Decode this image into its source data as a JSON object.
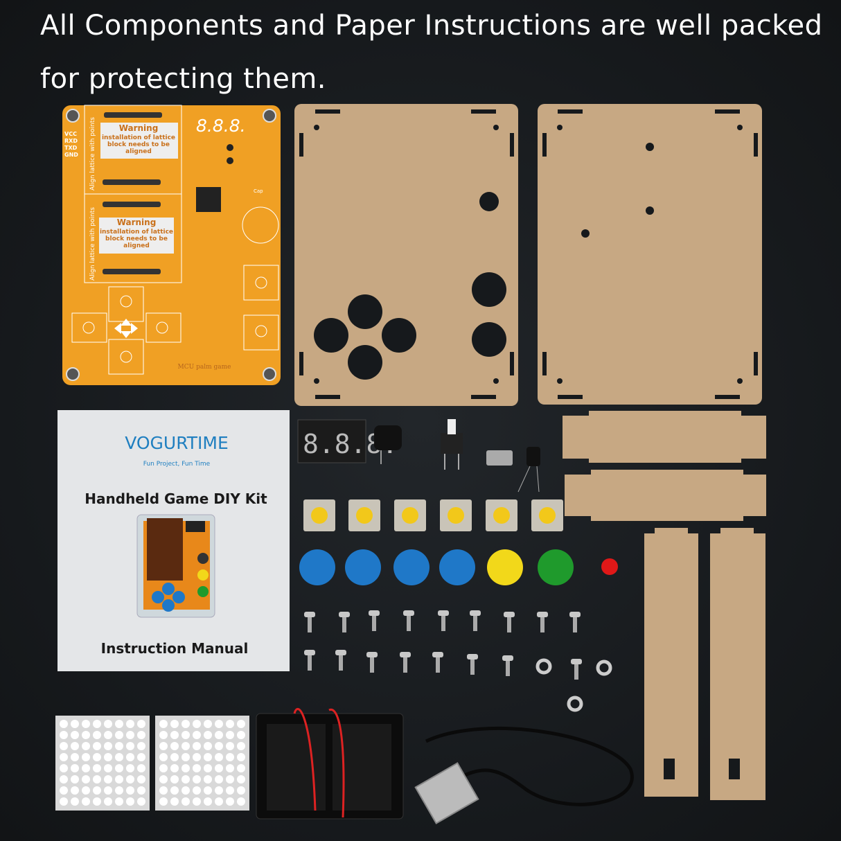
{
  "headline": {
    "line1": "All Components and Paper Instructions are well packed",
    "line2": "for protecting them."
  },
  "pcb": {
    "pins": [
      "VCC",
      "RXD",
      "TXD",
      "GND"
    ],
    "display_label": "8.8.8.",
    "warning_title": "Warning",
    "warning_line1": "installation of lattice",
    "warning_line2": "block needs to be",
    "warning_line3": "aligned",
    "align_label": "Align lattice with points",
    "cap_label": "Cap",
    "brand_label": "MCU palm game",
    "color": "#f0a024"
  },
  "manual": {
    "brand": "VOGURTIME",
    "tagline": "Fun Project, Fun Time",
    "title": "Handheld Game DIY Kit",
    "subtitle": "Instruction Manual",
    "brand_color": "#1f7fc0"
  },
  "display_module": {
    "digits": "8.8.8."
  },
  "colors": {
    "acrylic": "#c7a883",
    "button_blue": "#1f78c8",
    "button_yellow": "#f2d81a",
    "button_green": "#1f9a2c",
    "button_red": "#e01818"
  }
}
